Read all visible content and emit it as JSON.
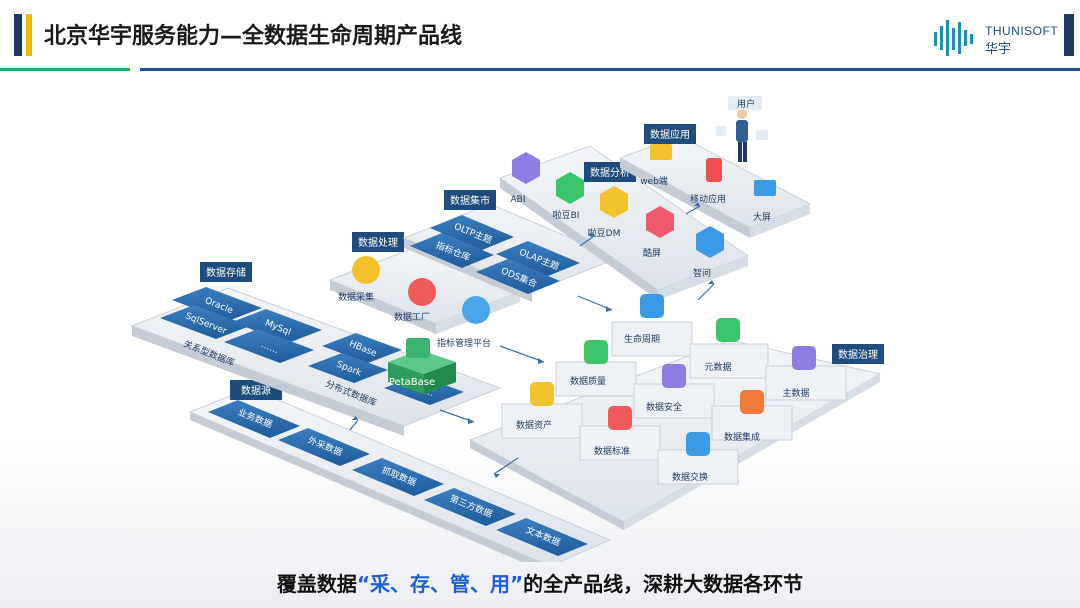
{
  "header": {
    "title": "北京华宇服务能力—全数据生命周期产品线",
    "logo_en": "THUNISOFT",
    "logo_cn": "华宇"
  },
  "footer": {
    "prefix": "覆盖数据",
    "highlight": "“采、存、管、用”",
    "suffix": "的全产品线，深耕大数据各环节"
  },
  "diagram": {
    "data_source": {
      "tag": "数据源",
      "items": [
        "业务数据",
        "外采数据",
        "抓取数据",
        "第三方数据",
        "文本数据"
      ]
    },
    "data_storage": {
      "tag": "数据存储",
      "relational": {
        "items": [
          "Oracle",
          "SqlServer",
          "MySql",
          "……"
        ],
        "label": "关系型数据库"
      },
      "distributed": {
        "items": [
          "HBase",
          "Spark",
          "……"
        ],
        "label": "分布式数据库"
      },
      "petabase": "PetaBase"
    },
    "data_processing": {
      "tag": "数据处理",
      "items": [
        "数据采集",
        "数据工厂",
        "指标管理平台"
      ]
    },
    "data_mart": {
      "tag": "数据集市",
      "items": [
        "OLTP主题",
        "OLAP主题",
        "指标仓库",
        "ODS集合"
      ]
    },
    "data_analysis": {
      "tag": "数据分析",
      "items": [
        "ABI",
        "啦豆BI",
        "啦豆DM",
        "酷屏",
        "智问"
      ]
    },
    "data_application": {
      "tag": "数据应用",
      "items": [
        "web端",
        "移动应用",
        "大屏"
      ],
      "user": "用户"
    },
    "data_governance": {
      "tag": "数据治理",
      "items": [
        "生命周期",
        "元数据",
        "主数据",
        "数据质量",
        "数据安全",
        "数据集成",
        "数据资产",
        "数据标准",
        "数据交换"
      ]
    }
  },
  "colors": {
    "navy": "#1f3a5f",
    "accent_yellow": "#f5b800",
    "accent_green": "#2aa86a",
    "accent_blue": "#1f5ed6",
    "tag_bg": "#1f4c7c",
    "slab_blue": "#2e6da4"
  }
}
